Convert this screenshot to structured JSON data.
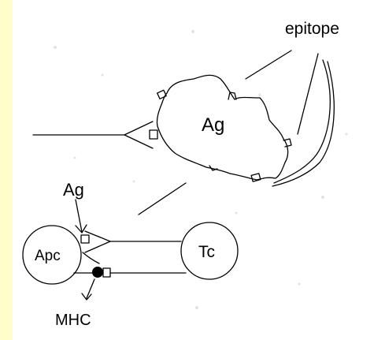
{
  "labels": {
    "epitope": "epitope",
    "antigen": "Ag",
    "antigen_small": "Ag",
    "apc": "Apc",
    "tc": "Tc",
    "mhc": "MHC"
  },
  "colors": {
    "background": "#ffffcc",
    "canvas": "#ffffff",
    "ink": "#000000"
  }
}
